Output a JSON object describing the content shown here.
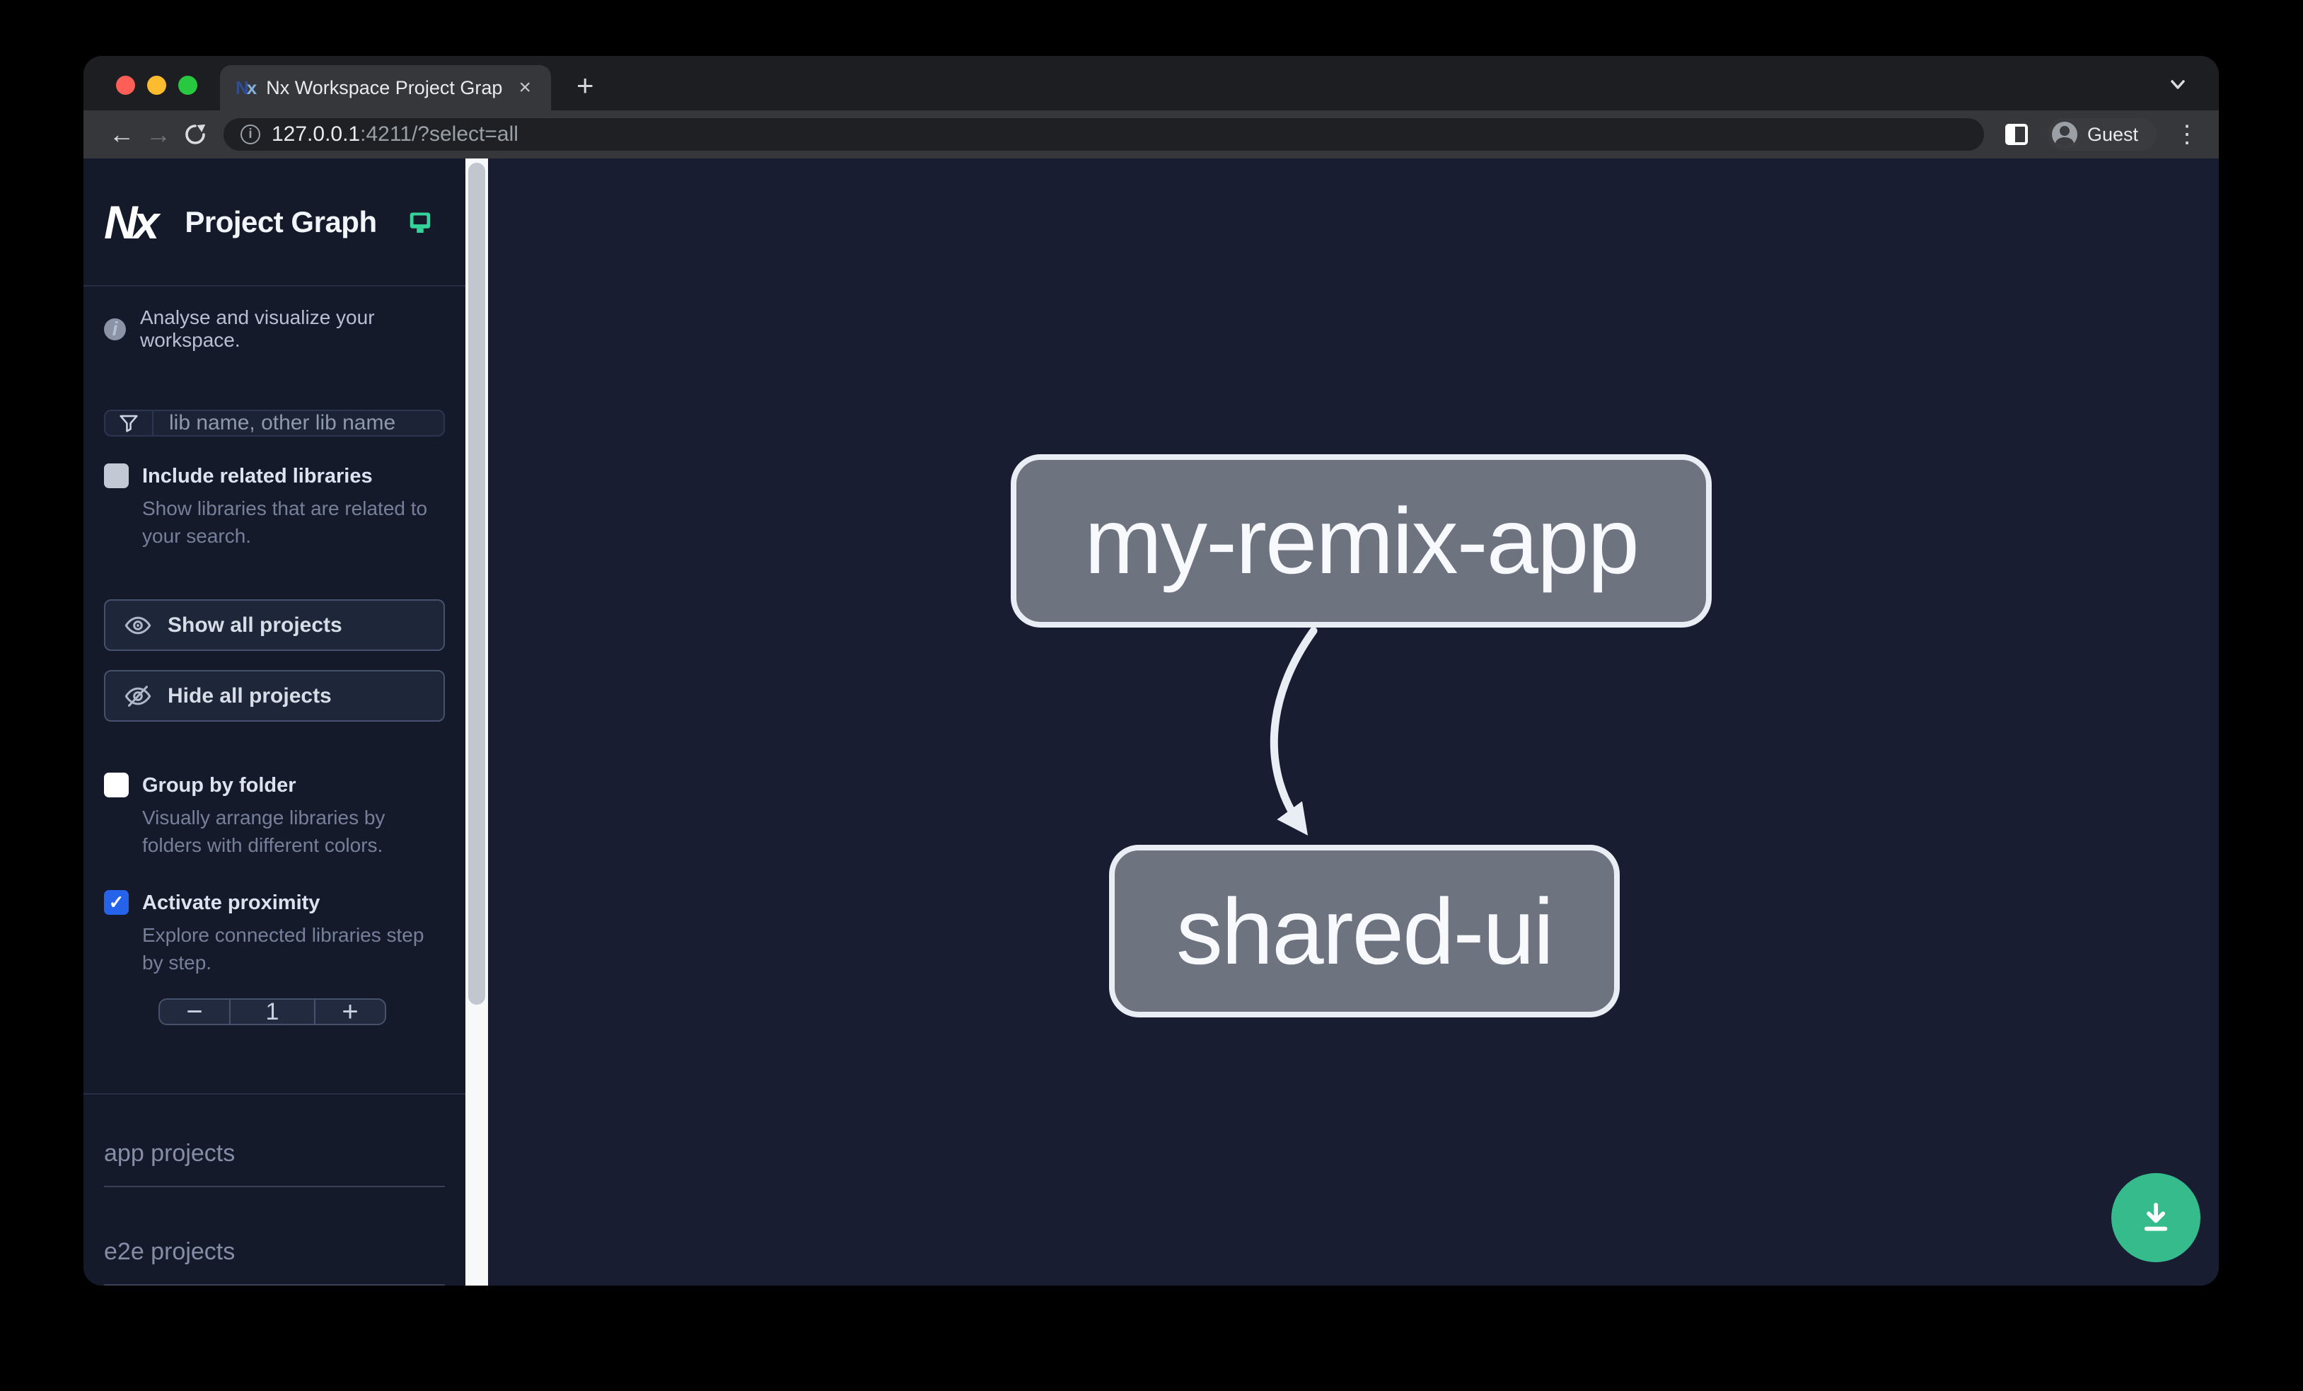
{
  "browser": {
    "tab": {
      "favicon_n": "N",
      "favicon_x": "x",
      "title": "Nx Workspace Project Graph",
      "close": "×"
    },
    "new_tab": "+",
    "url": {
      "host": "127.0.0.1",
      "rest": ":4211/?select=all"
    },
    "guest_label": "Guest",
    "kebab": "⋮"
  },
  "sidebar": {
    "brand": {
      "logo": "Nx",
      "title": "Project Graph"
    },
    "tagline_icon": "i",
    "tagline": "Analyse and visualize your workspace.",
    "search": {
      "placeholder": "lib name, other lib name"
    },
    "checkmark": "✓",
    "toggles": [
      {
        "label": "Include related libraries",
        "description": "Show libraries that are related to your search.",
        "checked": false
      },
      {
        "label": "Group by folder",
        "description": "Visually arrange libraries by folders with different colors.",
        "checked": false
      },
      {
        "label": "Activate proximity",
        "description": "Explore connected libraries step by step.",
        "checked": true
      }
    ],
    "buttons": [
      {
        "label": "Show all projects"
      },
      {
        "label": "Hide all projects"
      }
    ],
    "stepper": {
      "decrement": "−",
      "value": "1",
      "increment": "+"
    },
    "sections": [
      {
        "label": "app projects"
      },
      {
        "label": "e2e projects"
      }
    ]
  },
  "graph": {
    "nodes": [
      {
        "id": "my-remix-app"
      },
      {
        "id": "shared-ui"
      }
    ],
    "edge": {
      "from": "my-remix-app",
      "to": "shared-ui"
    }
  },
  "colors": {
    "proximity_checkbox": "#2563eb",
    "fab_green": "#36bb8d",
    "monitor_icon_green": "#34d399",
    "node_fill": "#6e7380",
    "node_border": "#e9edf4",
    "canvas_bg": "#181d31",
    "sidebar_bg": "#151a2b"
  }
}
